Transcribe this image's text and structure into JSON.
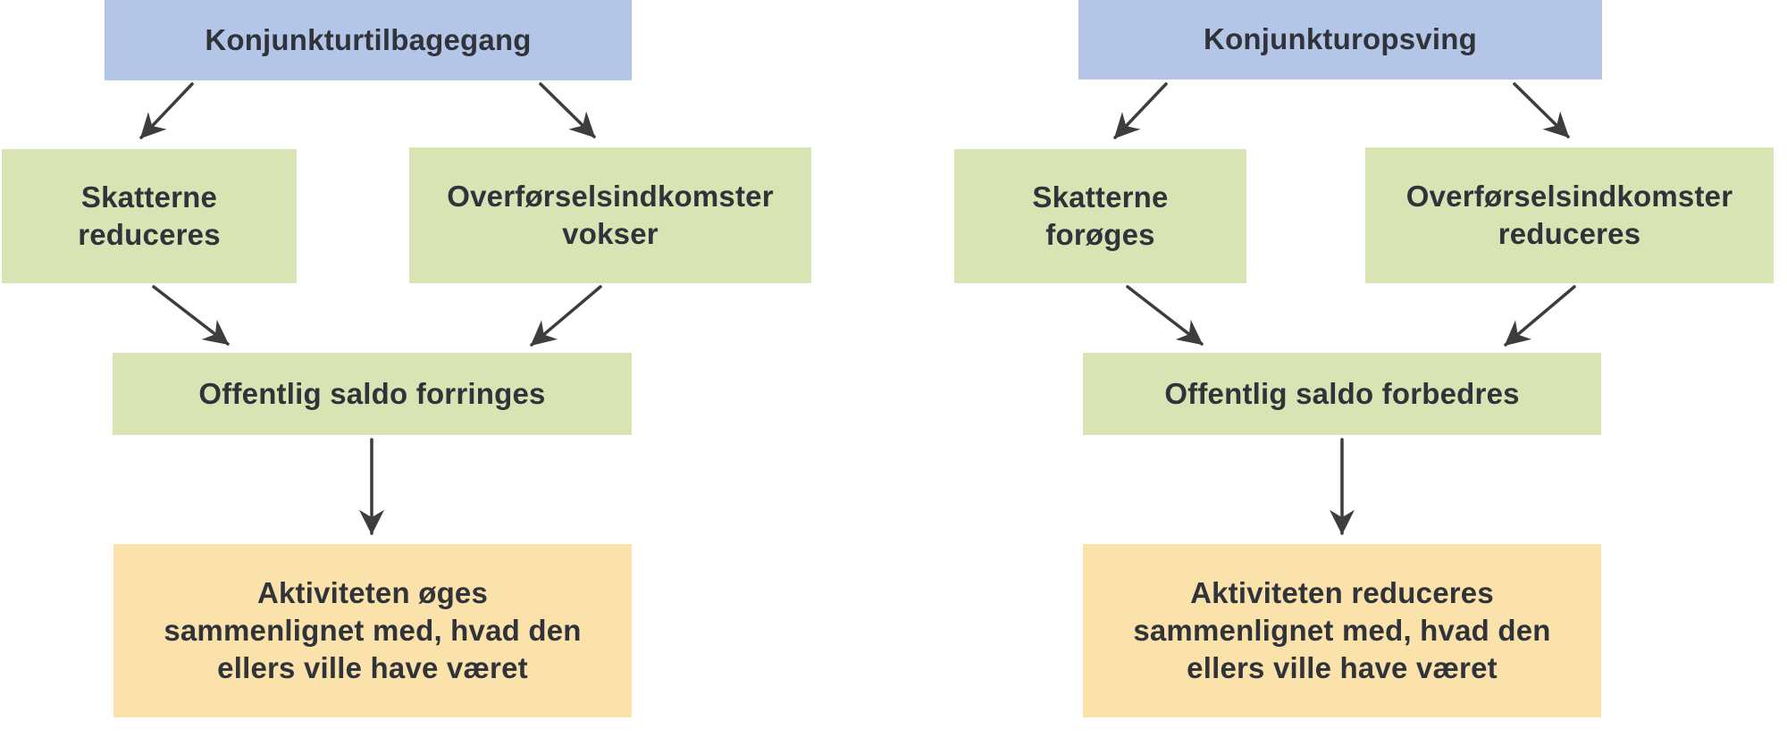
{
  "colors": {
    "trigger_box": "#b3c6e7",
    "process_box": "#d9e4b5",
    "outcome_box": "#fbe2ab",
    "arrow": "#3d3d3d",
    "text": "#30343a"
  },
  "left_flow": {
    "trigger": "Konjunkturtilbagegang",
    "taxes": "Skatterne\nreduceres",
    "transfers": "Overførselsindkomster\nvokser",
    "balance": "Offentlig saldo forringes",
    "outcome": "Aktiviteten øges\nsammenlignet med, hvad den\nellers ville have været"
  },
  "right_flow": {
    "trigger": "Konjunkturopsving",
    "taxes": "Skatterne\nforøges",
    "transfers": "Overførselsindkomster\nreduceres",
    "balance": "Offentlig saldo forbedres",
    "outcome": "Aktiviteten reduceres\nsammenlignet med, hvad den\nellers ville have været"
  }
}
